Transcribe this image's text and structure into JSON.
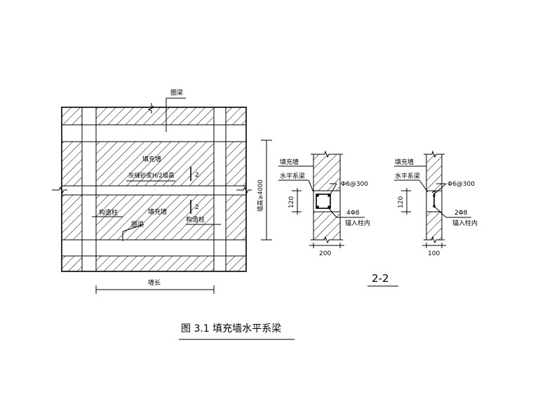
{
  "elevation": {
    "label_top_beam": "圈梁",
    "label_fill_wall_upper": "填充墙",
    "label_masonry_rule": "灰缝砂浆H/2墙高",
    "label_section_mark_upper": "2",
    "label_section_mark_lower": "2",
    "label_column_left": "构造柱",
    "label_fill_wall_lower": "填充墙",
    "label_middle_beam": "圈梁",
    "label_column_right": "构造柱",
    "label_wall_length": "墙长",
    "label_wall_height": "墙高≥4000"
  },
  "section_a": {
    "label_fill_wall": "填充墙",
    "label_horizontal_beam": "水平系梁",
    "label_stirrup": "Φ6@300",
    "label_height": "120",
    "label_main_bars": "4Φ8",
    "label_anchor": "锚入柱内",
    "label_width": "200"
  },
  "section_b": {
    "label_fill_wall": "填充墙",
    "label_horizontal_beam": "水平系梁",
    "label_stirrup": "Φ6@300",
    "label_height": "120",
    "label_main_bars": "2Φ8",
    "label_anchor": "锚入柱内",
    "label_width": "100"
  },
  "section_title": "2-2",
  "caption": "图 3.1   填充墙水平系梁"
}
